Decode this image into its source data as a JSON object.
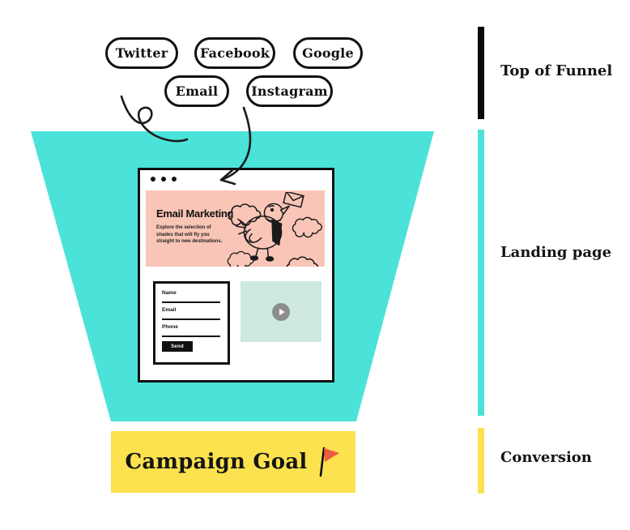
{
  "channels": [
    {
      "label": "Twitter"
    },
    {
      "label": "Facebook"
    },
    {
      "label": "Google"
    },
    {
      "label": "Email"
    },
    {
      "label": "Instagram"
    }
  ],
  "stages": [
    {
      "label": "Top of Funnel",
      "color": "#0a0a0a"
    },
    {
      "label": "Landing page",
      "color": "#4be2d9"
    },
    {
      "label": "Conversion",
      "color": "#fbe24e"
    }
  ],
  "landing_page": {
    "banner": {
      "title": "Email Marketing",
      "body": "Explore the selection of shades that will fly you straight to new destinations.",
      "illustration": "bird-with-envelope-and-clouds",
      "background": "#f9c5b6"
    },
    "form": {
      "fields": [
        {
          "label": "Name"
        },
        {
          "label": "Email"
        },
        {
          "label": "Phone"
        }
      ],
      "submit_label": "Send"
    },
    "video": {
      "icon": "play-icon",
      "background": "#cde9e2"
    }
  },
  "goal": {
    "label": "Campaign Goal",
    "icon": "flag-icon",
    "background": "#fbe24e",
    "flag_color": "#ef5b40"
  },
  "funnel_color": "#4be2d9"
}
